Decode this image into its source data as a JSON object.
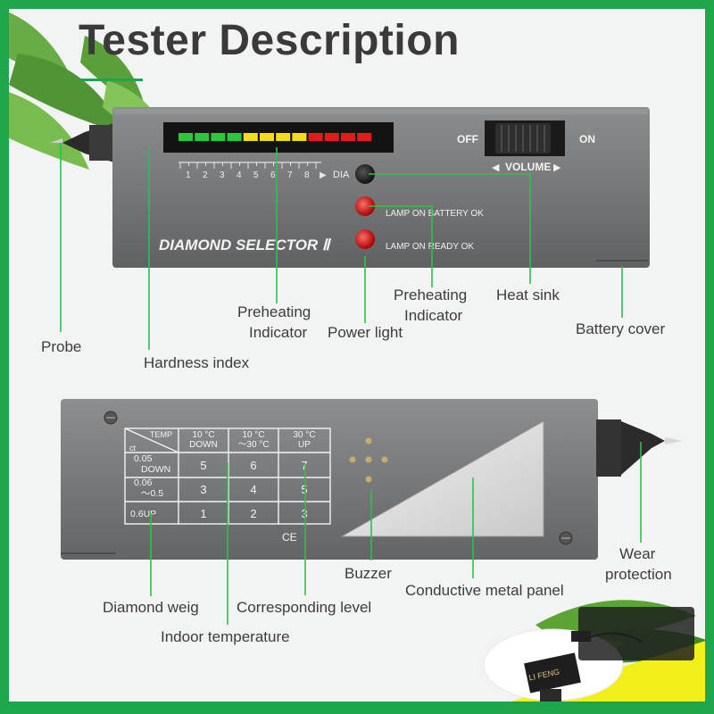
{
  "title": "Tester Description",
  "top_device": {
    "brand": "DIAMOND SELECTOR Ⅱ",
    "switch_off": "OFF",
    "switch_on": "ON",
    "volume": "VOLUME",
    "scale_numbers": [
      "1",
      "2",
      "3",
      "4",
      "5",
      "6",
      "7",
      "8"
    ],
    "dia": "DIA",
    "lamp_battery": "LAMP ON BATTERY OK",
    "lamp_ready": "LAMP ON READY OK"
  },
  "top_labels": {
    "probe": "Probe",
    "hardness_index": "Hardness index",
    "preheating_left": [
      "Preheating",
      "Indicator"
    ],
    "power_light": "Power light",
    "preheating_right": [
      "Preheating",
      "Indicator"
    ],
    "heat_sink": "Heat sink",
    "battery_cover": "Battery cover"
  },
  "bottom_device": {
    "table": {
      "corner_temp": "TEMP",
      "corner_ct": "ct",
      "col_headers": [
        [
          "10 °C",
          "DOWN"
        ],
        [
          "10 °C",
          "～30 °C"
        ],
        [
          "30 °C",
          "UP"
        ]
      ],
      "row_headers": [
        [
          "0.05",
          "DOWN"
        ],
        [
          "0.06",
          "～0.5"
        ],
        [
          "0.6UP"
        ]
      ],
      "rows": [
        [
          "5",
          "6",
          "7"
        ],
        [
          "3",
          "4",
          "5"
        ],
        [
          "1",
          "2",
          "3"
        ]
      ]
    },
    "ce_mark": "CE"
  },
  "bottom_labels": {
    "buzzer": "Buzzer",
    "conductive_panel": "Conductive metal panel",
    "wear_protection": [
      "Wear",
      "protection"
    ],
    "diamond_weight": "Diamond weig",
    "corresponding_level": "Corresponding level",
    "indoor_temperature": "Indoor temperature"
  },
  "battery_product_text": "LI FENG",
  "colors": {
    "green": "#1fa64a",
    "device": "#77797b",
    "led_red": "#e21b1b",
    "led_yellow": "#f4dc1c",
    "led_green": "#27c93f",
    "leaf": "#4d9a2a"
  }
}
